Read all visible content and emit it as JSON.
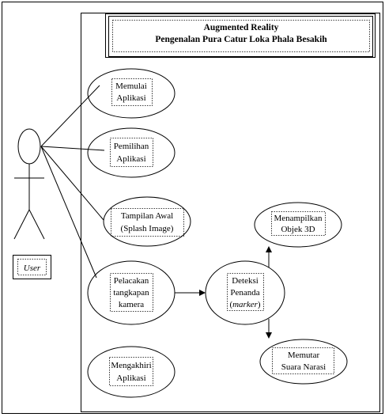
{
  "title": {
    "line1": "Augmented Reality",
    "line2": "Pengenalan Pura Catur Loka Phala Besakih"
  },
  "actor": {
    "label": "User"
  },
  "use_cases": {
    "memulai": {
      "line1": "Memulai",
      "line2": "Aplikasi"
    },
    "pemilihan": {
      "line1": "Pemilihan",
      "line2": "Aplikasi"
    },
    "tampilan": {
      "line1": "Tampilan Awal",
      "line2": "(Splash Image)"
    },
    "pelacakan": {
      "line1": "Pelacakan",
      "line2": "tangkapan",
      "line3": "kamera"
    },
    "mengakhiri": {
      "line1": "Mengakhiri",
      "line2": "Aplikasi"
    },
    "deteksi": {
      "line1": "Deteksi",
      "line2": "Penanda",
      "line3_open": "(",
      "line3_italic": "marker",
      "line3_close": ")"
    },
    "menampilkan": {
      "line1": "Menampilkan",
      "line2": "Objek 3D"
    },
    "memutar": {
      "line1": "Memutar",
      "line2": "Suara Narasi"
    }
  }
}
